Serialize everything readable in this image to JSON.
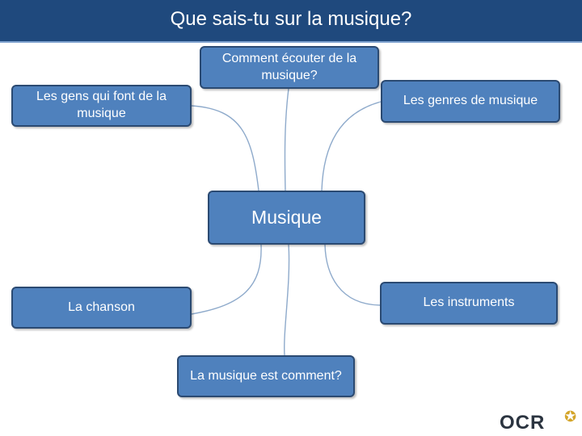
{
  "header": {
    "title": "Que sais-tu sur la musique?"
  },
  "diagram": {
    "center": "Musique",
    "nodes": {
      "people": "Les gens qui font de la musique",
      "listen": "Comment écouter de la musique?",
      "genres": "Les genres de musique",
      "song": "La chanson",
      "instruments": "Les instruments",
      "describe": "La musique est comment?"
    }
  },
  "logo": {
    "text": "OCR"
  },
  "colors": {
    "title_bar": "#1f497d",
    "node_fill": "#4f81bd",
    "node_border": "#2b4a72",
    "connector": "#8eaacb"
  }
}
